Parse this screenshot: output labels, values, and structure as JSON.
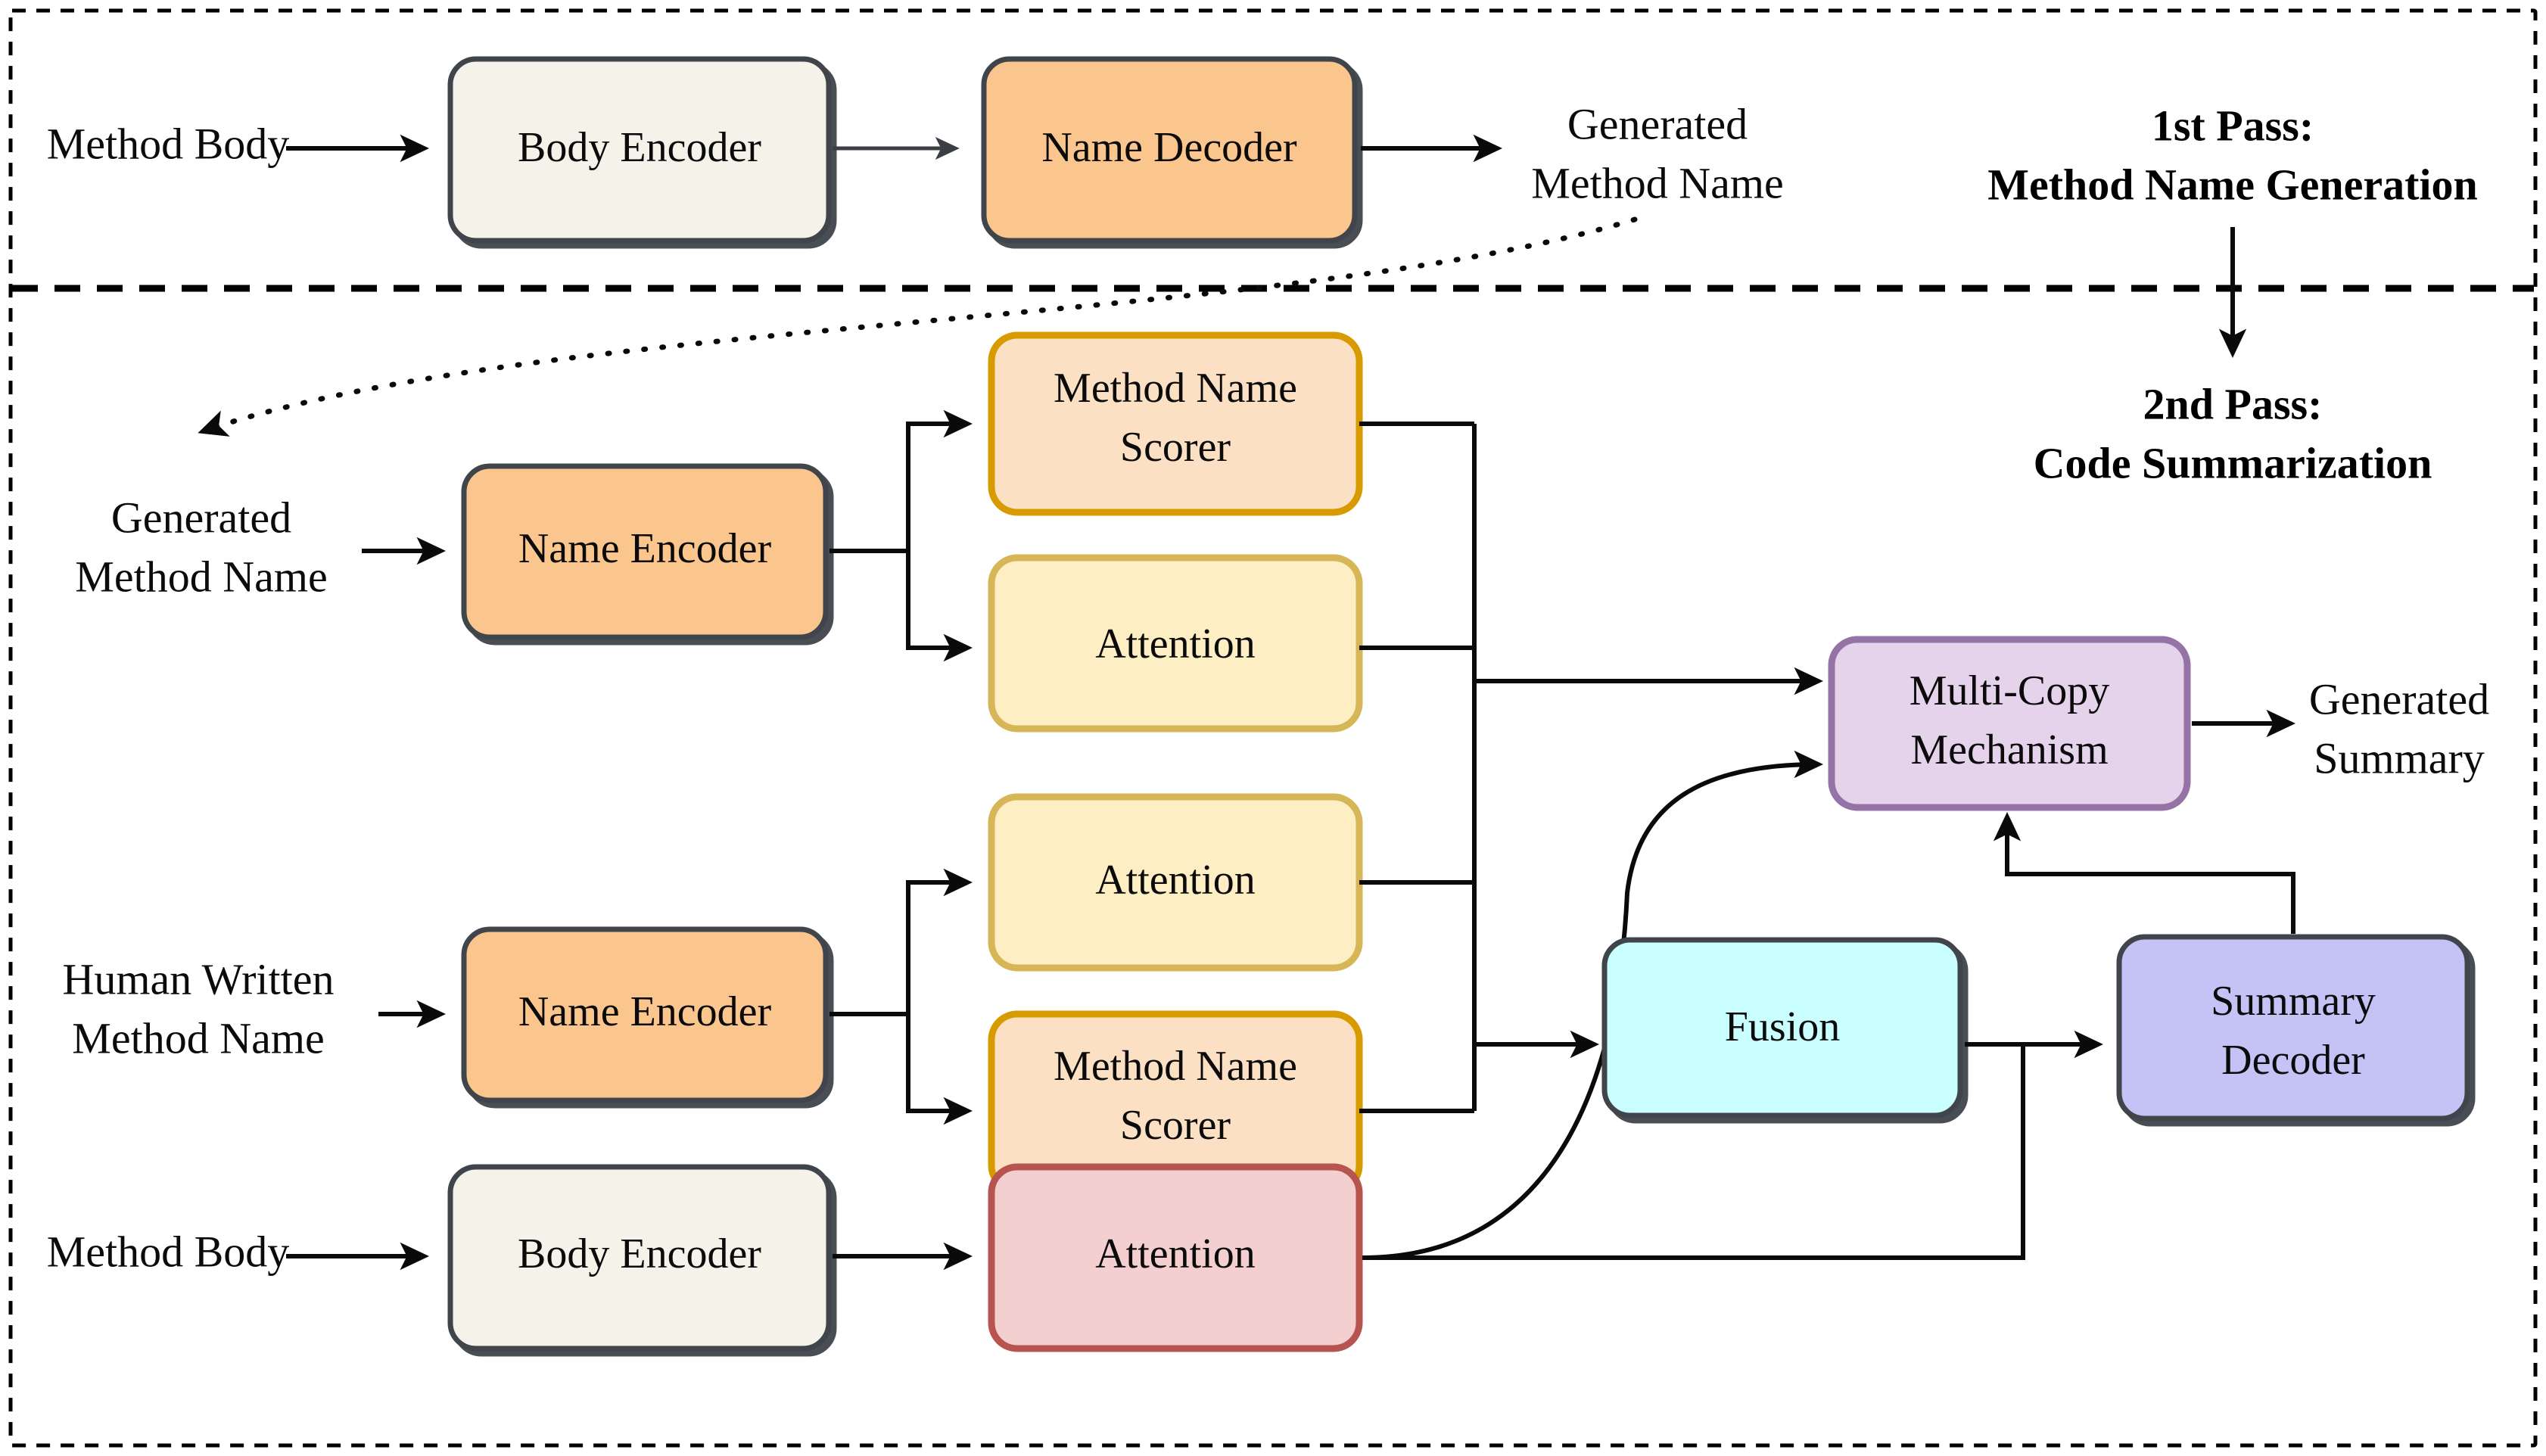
{
  "figure": {
    "title": "Two-pass method name generation and code summarization architecture",
    "background": "#ffffff"
  },
  "sections": [
    {
      "id": "pass1",
      "label_line1": "1st Pass:",
      "label_line2": "Method Name Generation"
    },
    {
      "id": "pass2",
      "label_line1": "2nd Pass:",
      "label_line2": "Code Summarization"
    }
  ],
  "io_labels": {
    "method_body_top": "Method Body",
    "generated_method_name_top_l1": "Generated",
    "generated_method_name_top_l2": "Method Name",
    "generated_method_name_mid_l1": "Generated",
    "generated_method_name_mid_l2": "Method Name",
    "human_written_l1": "Human Written",
    "human_written_l2": "Method Name",
    "method_body_bottom": "Method Body",
    "generated_summary_l1": "Generated",
    "generated_summary_l2": "Summary"
  },
  "nodes": [
    {
      "id": "body-encoder-top",
      "label": "Body Encoder",
      "fill": "#f5f2ea",
      "stroke": "#3f444b"
    },
    {
      "id": "name-decoder",
      "label": "Name Decoder",
      "fill": "#fbc68e",
      "stroke": "#3f444b"
    },
    {
      "id": "name-encoder-gen",
      "label": "Name Encoder",
      "fill": "#fbc68e",
      "stroke": "#3f444b"
    },
    {
      "id": "scorer-gen-l1",
      "label": "Method Name",
      "label2": "Scorer",
      "fill": "#fce0c4",
      "stroke": "#d79b00"
    },
    {
      "id": "attention-gen",
      "label": "Attention",
      "fill": "#fdefc3",
      "stroke": "#d6b656"
    },
    {
      "id": "attention-human",
      "label": "Attention",
      "fill": "#fdefc3",
      "stroke": "#d6b656"
    },
    {
      "id": "name-encoder-human",
      "label": "Name Encoder",
      "fill": "#fbc68e",
      "stroke": "#3f444b"
    },
    {
      "id": "scorer-human-l1",
      "label": "Method Name",
      "label2": "Scorer",
      "fill": "#fce0c4",
      "stroke": "#d79b00"
    },
    {
      "id": "body-encoder-bot",
      "label": "Body Encoder",
      "fill": "#f5f2ea",
      "stroke": "#3f444b"
    },
    {
      "id": "attention-body",
      "label": "Attention",
      "fill": "#f3cfcf",
      "stroke": "#b85450"
    },
    {
      "id": "multi-copy",
      "label": "Multi-Copy",
      "label2": "Mechanism",
      "fill": "#e4d3ea",
      "stroke": "#9673a6"
    },
    {
      "id": "fusion",
      "label": "Fusion",
      "fill": "#caffff",
      "stroke": "#3f444b"
    },
    {
      "id": "summary-decoder",
      "label": "Summary",
      "label2": "Decoder",
      "fill": "#c5c2f5",
      "stroke": "#3f444b"
    }
  ],
  "colors": {
    "encoder_cream": "#f5f2ea",
    "encoder_orange": "#fbc68e",
    "scorer_peach": "#fce0c4",
    "scorer_border": "#d79b00",
    "attention_yellow": "#fdefc3",
    "attention_yellow_border": "#d6b656",
    "attention_red": "#f3cfcf",
    "attention_red_border": "#b85450",
    "multicopy_purple": "#e4d3ea",
    "multicopy_border": "#9673a6",
    "fusion_cyan": "#caffff",
    "decoder_blue": "#c5c2f5",
    "edge_black": "#0a0a0a",
    "box_border_dark": "#3f444b",
    "frame_dash": "#000000"
  }
}
